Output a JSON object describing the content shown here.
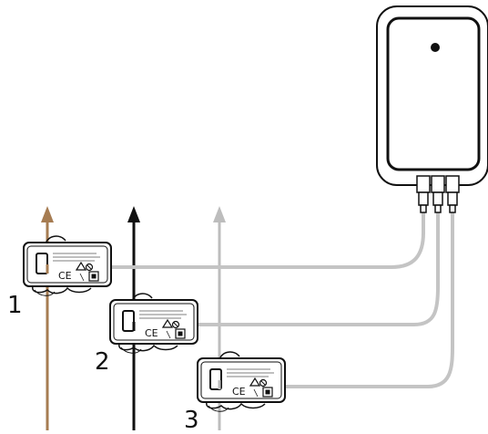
{
  "colors": {
    "phase_1": "#a67c52",
    "phase_2": "#111111",
    "phase_3": "#bdbdbd",
    "cable": "#c4c4c4",
    "outline": "#111111",
    "background": "#ffffff"
  },
  "meter": {
    "icon": "smart-meter-hub-icon"
  },
  "clamps": [
    {
      "label": "1",
      "icon": "current-clamp-icon"
    },
    {
      "label": "2",
      "icon": "current-clamp-icon"
    },
    {
      "label": "3",
      "icon": "current-clamp-icon"
    }
  ]
}
